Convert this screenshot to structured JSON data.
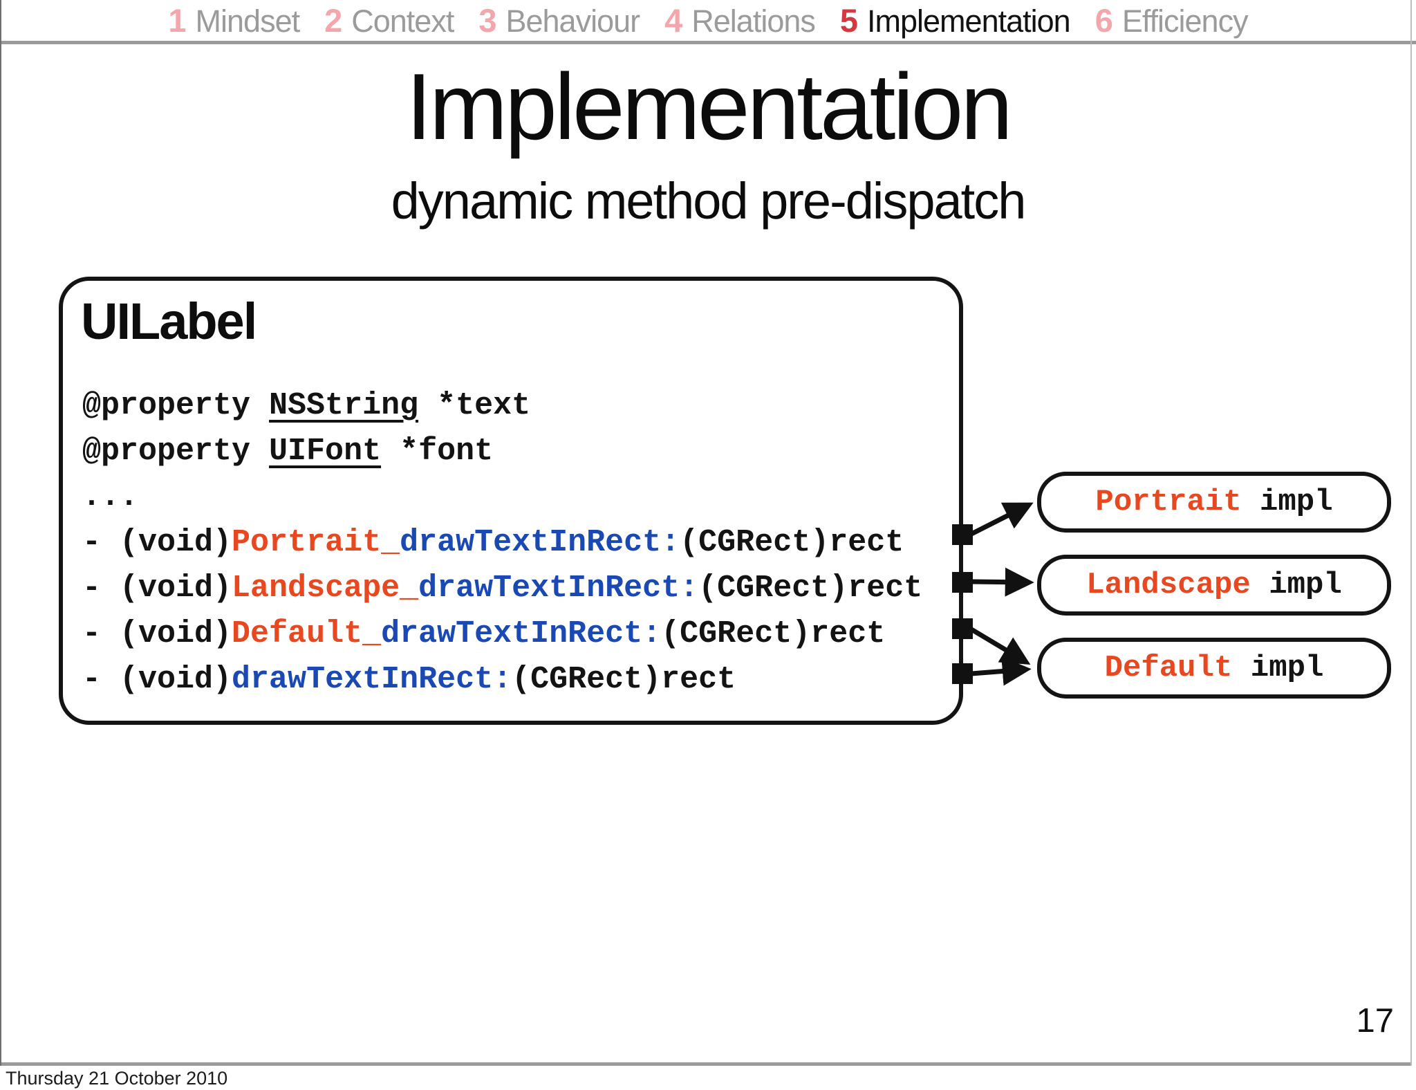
{
  "nav": {
    "items": [
      {
        "number": "1",
        "label": "Mindset",
        "active": false
      },
      {
        "number": "2",
        "label": "Context",
        "active": false
      },
      {
        "number": "3",
        "label": "Behaviour",
        "active": false
      },
      {
        "number": "4",
        "label": "Relations",
        "active": false
      },
      {
        "number": "5",
        "label": "Implementation",
        "active": true
      },
      {
        "number": "6",
        "label": "Efficiency",
        "active": false
      }
    ]
  },
  "title": "Implementation",
  "subtitle": "dynamic method pre-dispatch",
  "class_box": {
    "heading": "UILabel",
    "code_lines": [
      [
        {
          "t": "@property "
        },
        {
          "t": "NSString",
          "u": true
        },
        {
          "t": " *text"
        }
      ],
      [
        {
          "t": "@property "
        },
        {
          "t": "UIFont",
          "u": true
        },
        {
          "t": " *font"
        }
      ],
      [
        {
          "t": "..."
        }
      ],
      [
        {
          "t": "- (void)"
        },
        {
          "t": "Portrait_",
          "c": "red"
        },
        {
          "t": "drawTextInRect:",
          "c": "blue"
        },
        {
          "t": "(CGRect)rect"
        }
      ],
      [
        {
          "t": "- (void)"
        },
        {
          "t": "Landscape_",
          "c": "red"
        },
        {
          "t": "drawTextInRect:",
          "c": "blue"
        },
        {
          "t": "(CGRect)rect"
        }
      ],
      [
        {
          "t": "- (void)"
        },
        {
          "t": "Default_",
          "c": "red"
        },
        {
          "t": "drawTextInRect:",
          "c": "blue"
        },
        {
          "t": "(CGRect)rect"
        }
      ],
      [
        {
          "t": "- (void)"
        },
        {
          "t": "drawTextInRect:",
          "c": "blue"
        },
        {
          "t": "(CGRect)rect"
        }
      ]
    ]
  },
  "impl_boxes": [
    {
      "name": "Portrait",
      "suffix": " impl"
    },
    {
      "name": "Landscape",
      "suffix": " impl"
    },
    {
      "name": "Default",
      "suffix": " impl"
    }
  ],
  "connections": [
    {
      "from": "Portrait_drawTextInRect:",
      "to": "Portrait impl"
    },
    {
      "from": "Landscape_drawTextInRect:",
      "to": "Landscape impl"
    },
    {
      "from": "Default_drawTextInRect:",
      "to": "Default impl"
    },
    {
      "from": "drawTextInRect:",
      "to": "Default impl"
    }
  ],
  "page_number": "17",
  "footer_date": "Thursday 21 October 2010",
  "colors": {
    "nav_active_number": "#d6383f",
    "nav_inactive_number": "#f3a6ab",
    "nav_inactive_label": "#9b9b9b",
    "nav_active_label": "#121212",
    "rule_gray": "#9a9a9a",
    "code_red": "#e8481f",
    "code_blue": "#1a49b4",
    "ink_black": "#141414"
  }
}
